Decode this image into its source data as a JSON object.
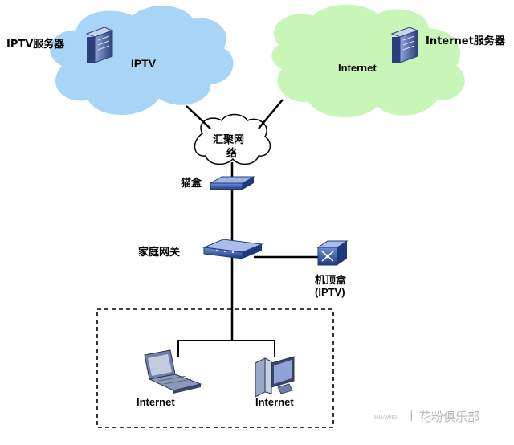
{
  "iptv_cloud": {
    "server_label": "IPTV服务器",
    "cloud_label": "IPTV"
  },
  "internet_cloud": {
    "server_label": "Internet服务器",
    "cloud_label": "Internet"
  },
  "aggregation": {
    "label_line1": "汇聚网",
    "label_line2": "络"
  },
  "modem": {
    "label": "猫盒"
  },
  "home_gateway": {
    "label": "家庭网关"
  },
  "set_top_box": {
    "label_line1": "机顶盒",
    "label_line2": "(IPTV)"
  },
  "laptop": {
    "label": "Internet"
  },
  "desktop": {
    "label": "Internet"
  },
  "watermark": {
    "brand": "HUAWEI",
    "separator": "|",
    "text": "花粉俱乐部"
  },
  "colors": {
    "iptv_cloud": "#a8d4f5",
    "internet_cloud": "#c8f5b8",
    "aggregation_cloud": "#ffffff",
    "device_blue": "#2f4f9c",
    "line": "#000000"
  },
  "icons": [
    "server-icon",
    "cloud-icon",
    "modem-icon",
    "router-icon",
    "set-top-box-icon",
    "laptop-icon",
    "desktop-icon"
  ]
}
